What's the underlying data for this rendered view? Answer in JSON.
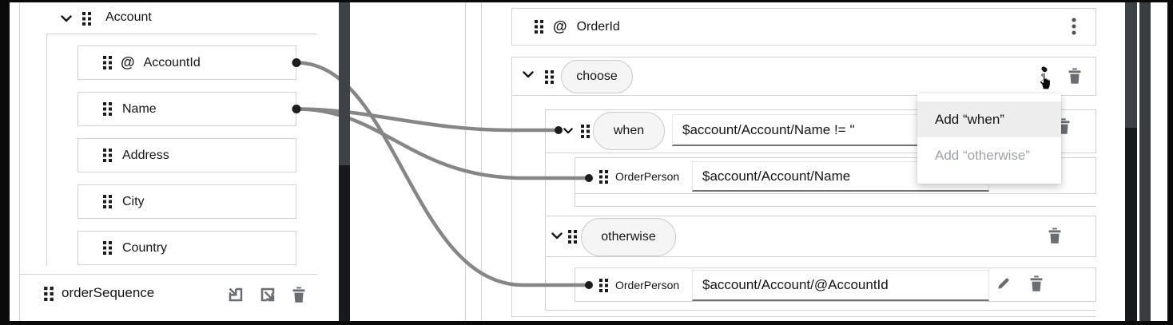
{
  "colors": {
    "connector": "#868686",
    "frame": "#0a0a0a",
    "panel_border": "#d2d2d2",
    "pill_bg": "#f5f5f5",
    "icon_grey": "#6a6e73",
    "scroll_thumb": "#3e4145",
    "scroll_track": "#17191d",
    "menu_hover_bg": "#ededed",
    "menu_disabled_text": "#9ea2a6"
  },
  "source_panel": {
    "root_label": "Account",
    "fields": [
      {
        "prefix": "@",
        "label": "AccountId"
      },
      {
        "prefix": "",
        "label": "Name"
      },
      {
        "prefix": "",
        "label": "Address"
      },
      {
        "prefix": "",
        "label": "City"
      },
      {
        "prefix": "",
        "label": "Country"
      }
    ],
    "footer_label": "orderSequence"
  },
  "target_panel": {
    "order_id": {
      "prefix": "@",
      "label": "OrderId"
    },
    "choose": {
      "label": "choose"
    },
    "when": {
      "label": "when",
      "expression": "$account/Account/Name != ''"
    },
    "when_child": {
      "label": "OrderPerson",
      "expression": "$account/Account/Name"
    },
    "otherwise": {
      "label": "otherwise"
    },
    "otherwise_child": {
      "label": "OrderPerson",
      "expression": "$account/Account/@AccountId"
    }
  },
  "context_menu": {
    "items": [
      {
        "label": "Add “when”"
      },
      {
        "label": "Add “otherwise”"
      }
    ]
  }
}
